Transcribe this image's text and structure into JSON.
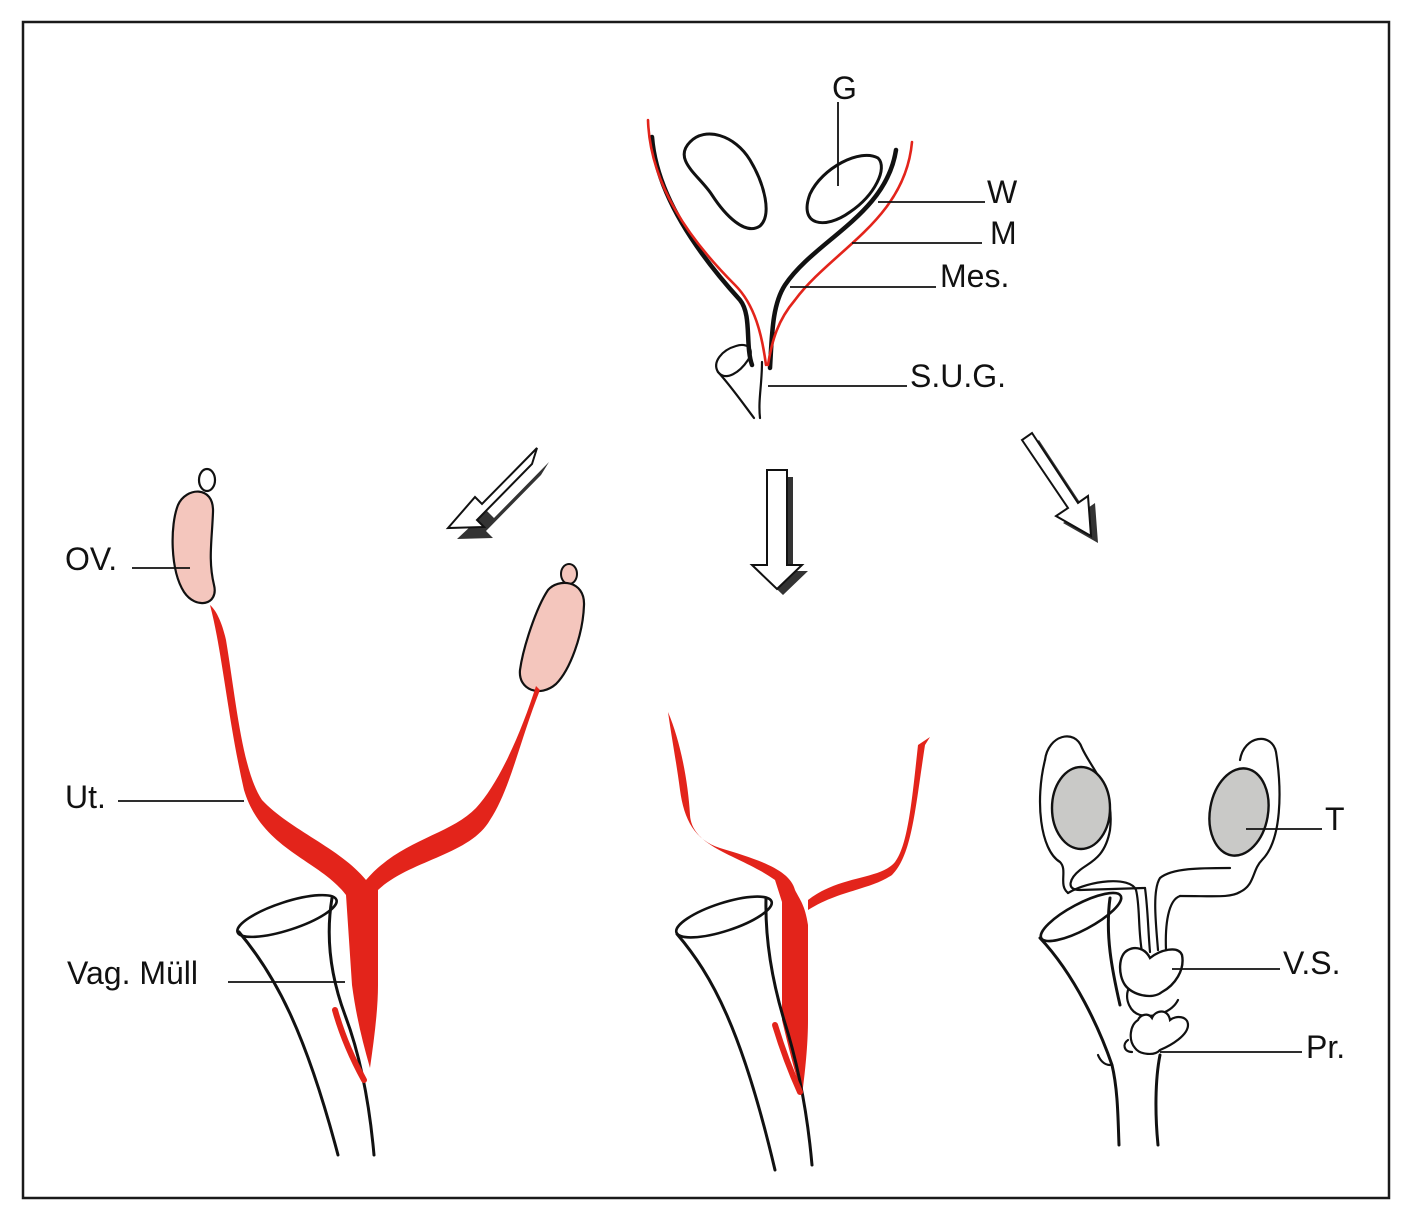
{
  "colors": {
    "frame": "#1a1a1a",
    "mullerian_duct": "#e3241b",
    "ovary_fill": "#f4c6bd",
    "testis_fill": "#c9c9c7",
    "outline": "#111111",
    "background": "#ffffff"
  },
  "labels": {
    "gonad": "G",
    "wolffian_duct": "W",
    "mullerian_duct": "M",
    "mesonephros": "Mes.",
    "urogenital_sinus": "S.U.G.",
    "ovary": "OV.",
    "uterus": "Ut.",
    "mullerian_vagina": "Vag. Müll",
    "testis": "T",
    "seminal_vesicle": "V.S.",
    "prostate": "Pr."
  },
  "icons": [
    "arrow-down-left-icon",
    "arrow-down-icon",
    "arrow-down-right-icon"
  ]
}
